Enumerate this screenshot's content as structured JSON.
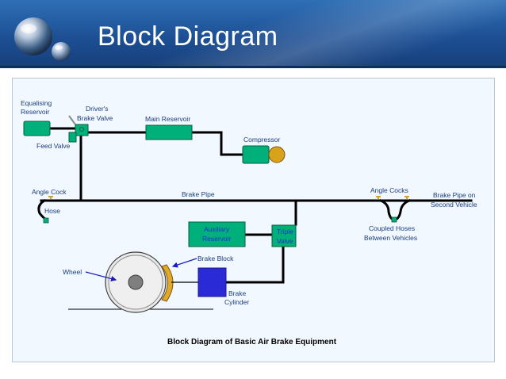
{
  "slide": {
    "title": "Block Diagram"
  },
  "diagram": {
    "caption": "Block Diagram of Basic Air Brake Equipment",
    "labels": {
      "equalising_reservoir": [
        "Equalising",
        "Reservoir"
      ],
      "drivers_brake_valve": [
        "Driver's",
        "Brake Valve"
      ],
      "feed_valve": "Feed Valve",
      "main_reservoir": "Main Reservoir",
      "compressor": "Compressor",
      "angle_cock": "Angle Cock",
      "hose": "Hose",
      "brake_pipe": "Brake Pipe",
      "angle_cocks": "Angle Cocks",
      "brake_pipe_second_vehicle": [
        "Brake Pipe on",
        "Second Vehicle"
      ],
      "coupled_hoses": [
        "Coupled Hoses",
        "Between Vehicles"
      ],
      "auxiliary_reservoir": [
        "Auxiliary",
        "Reservoir"
      ],
      "triple_valve": [
        "Triple",
        "Valve"
      ],
      "brake_block": "Brake Block",
      "wheel": "Wheel",
      "brake_cylinder": [
        "Brake",
        "Cylinder"
      ]
    },
    "colors": {
      "component_fill": "#00b07a",
      "component_stroke": "#0b5d3e",
      "label_text": "#1c3c7c",
      "inner_box_text": "#1f2fd0",
      "brake_block": "#e1a82a",
      "brake_cylinder": "#2a2ad6",
      "compressor_dome": "#d9a21b",
      "pipe": "#000000",
      "arrow": "#1a1ac8"
    }
  }
}
